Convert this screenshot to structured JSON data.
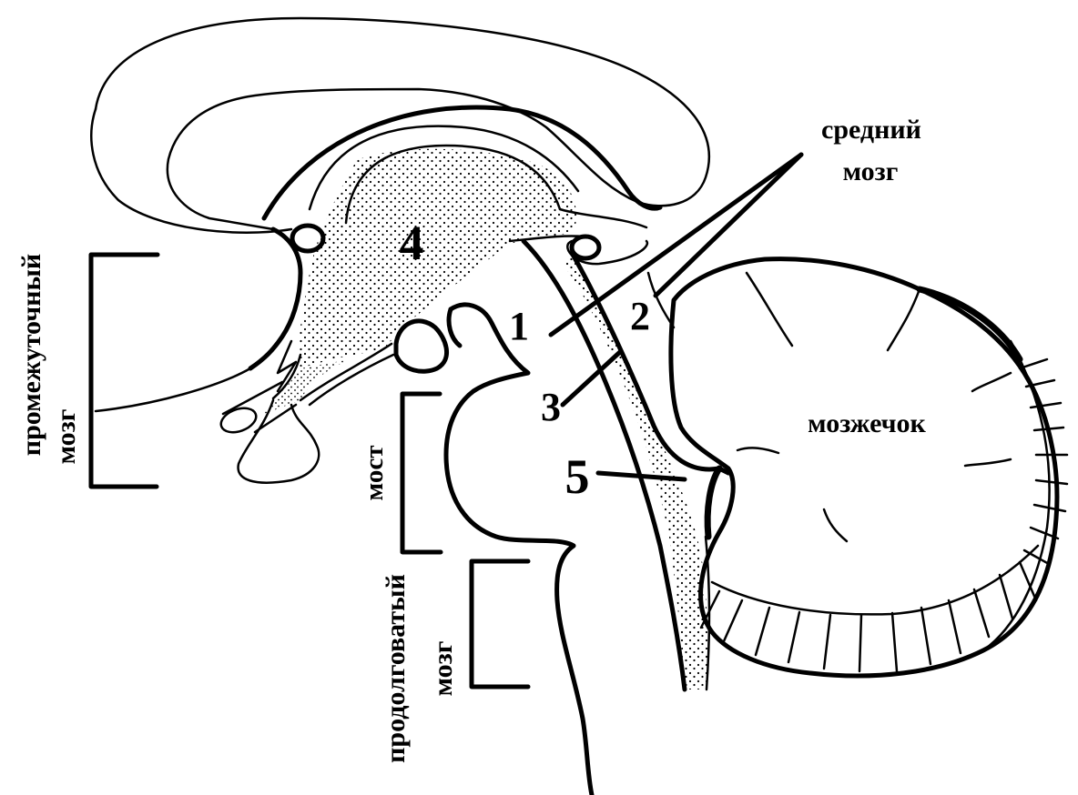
{
  "labels": {
    "midbrain_line1": "средний",
    "midbrain_line2": "мозг",
    "cerebellum": "мозжечок",
    "pons": "мост",
    "diencephalon_line1": "промежуточный",
    "diencephalon_line2": "мозг",
    "medulla_line1": "продолговатый",
    "medulla_line2": "мозг"
  },
  "markers": {
    "n1": "1",
    "n2": "2",
    "n3": "3",
    "n4": "4",
    "n5": "5"
  }
}
